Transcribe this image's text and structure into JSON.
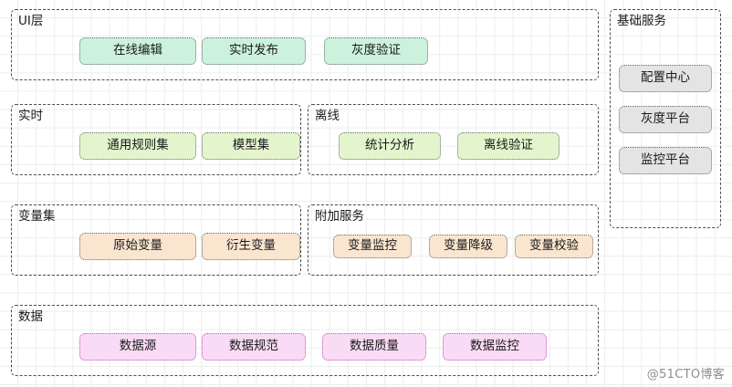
{
  "diagram": {
    "watermark": "@51CTO博客",
    "groups": [
      {
        "id": "ui-layer",
        "title": "UI层",
        "style": "green-mint",
        "nodes": [
          {
            "label": "在线编辑"
          },
          {
            "label": "实时发布"
          },
          {
            "label": "灰度验证"
          }
        ]
      },
      {
        "id": "realtime",
        "title": "实时",
        "style": "green-lime",
        "nodes": [
          {
            "label": "通用规则集"
          },
          {
            "label": "模型集"
          }
        ]
      },
      {
        "id": "offline",
        "title": "离线",
        "style": "green-lime",
        "nodes": [
          {
            "label": "统计分析"
          },
          {
            "label": "离线验证"
          }
        ]
      },
      {
        "id": "variable-set",
        "title": "变量集",
        "style": "orange",
        "nodes": [
          {
            "label": "原始变量"
          },
          {
            "label": "衍生变量"
          }
        ]
      },
      {
        "id": "extra-services",
        "title": "附加服务",
        "style": "orange",
        "nodes": [
          {
            "label": "变量监控"
          },
          {
            "label": "变量降级"
          },
          {
            "label": "变量校验"
          }
        ]
      },
      {
        "id": "data",
        "title": "数据",
        "style": "pink",
        "nodes": [
          {
            "label": "数据源"
          },
          {
            "label": "数据规范"
          },
          {
            "label": "数据质量"
          },
          {
            "label": "数据监控"
          }
        ]
      },
      {
        "id": "base-services",
        "title": "基础服务",
        "style": "grey",
        "nodes": [
          {
            "label": "配置中心"
          },
          {
            "label": "灰度平台"
          },
          {
            "label": "监控平台"
          }
        ]
      }
    ],
    "colors": {
      "grid_line": "#eceded",
      "panel_border": "#4d4d4d",
      "green_mint_fill": "#ccf2dd",
      "green_lime_fill": "#e4f5cd",
      "orange_fill": "#fae5cf",
      "pink_fill": "#fadbf5",
      "pink_border": "#cc55bb",
      "grey_fill": "#e4e4e4",
      "text": "#1a1a1a",
      "watermark": "#8d8d8d"
    }
  }
}
